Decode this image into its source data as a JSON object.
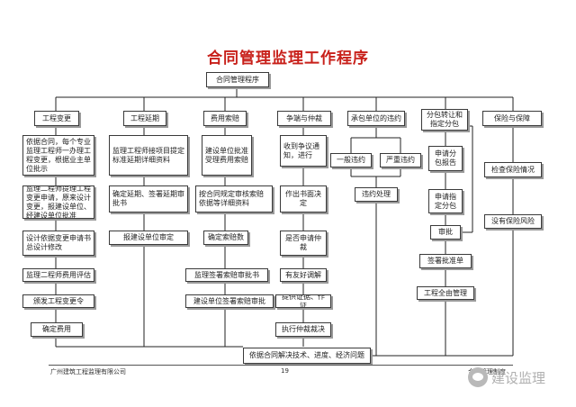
{
  "title": "合同管理监理工作程序",
  "root": "合同管理程序",
  "columns": [
    {
      "head": "工程变更",
      "items": [
        "依据合同，每个专业监理工程师一办理工程变更，根据业主单位批示",
        "监理二程师提理工程变更申请，原来设计变更，报建设单位、经建设单位批准",
        "设计依据变更申请书总设计修改",
        "监理二程师费用评估",
        "颁发工程变更令",
        "确定费用"
      ]
    },
    {
      "head": "工程延期",
      "items": [
        "监理工程师接项目提定标准延期详细资料",
        "确定延期、签署延期审批书",
        "报建设单位审定"
      ]
    },
    {
      "head": "费用索赔",
      "items": [
        "建设单位批准受理费用索赔",
        "按合同规定审核索赔依据等详细资料",
        "确定索赔数",
        "监理签署索赔审批书",
        "建设单位签署索赔审批"
      ]
    },
    {
      "head": "争端与仲裁",
      "items": [
        "收到争议通知，进行",
        "作出书面决定",
        "是否申请仲裁",
        "有友好调解",
        "提供证据、作证",
        "执行仲裁裁决"
      ]
    },
    {
      "head": "承包单位的违约",
      "items": [
        "一般违约",
        "严重违约",
        "违约处理"
      ]
    },
    {
      "head": "分包转让和指定分包",
      "items": [
        "申请分包报告",
        "申请指定分包",
        "审批",
        "签署批准单",
        "工程全由管理"
      ]
    },
    {
      "head": "保险与保障",
      "items": [
        "检查保险情况",
        "没有保险风险"
      ]
    }
  ],
  "bottom": "依据合同解决技术、进度、经济问题",
  "footer": {
    "left": "广州建筑工程监理有限公司",
    "page": "19",
    "right": "合同管理制度"
  },
  "watermark": "建设监理",
  "icons": {
    "watermark": "wechat-bubble-icon"
  }
}
